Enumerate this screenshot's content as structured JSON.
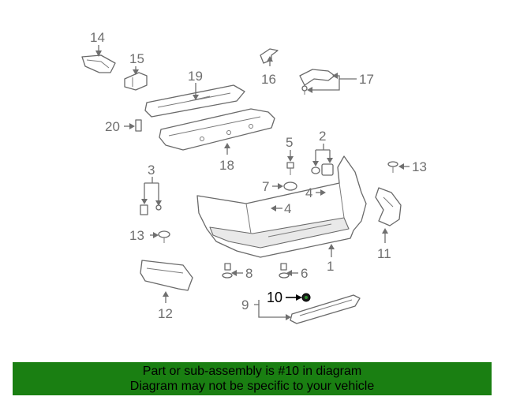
{
  "diagram": {
    "callouts": {
      "c1": "1",
      "c2": "2",
      "c3": "3",
      "c4a": "4",
      "c4b": "4",
      "c5": "5",
      "c6": "6",
      "c7": "7",
      "c8": "8",
      "c9": "9",
      "c10": "10",
      "c11": "11",
      "c12": "12",
      "c13a": "13",
      "c13b": "13",
      "c14": "14",
      "c15": "15",
      "c16": "16",
      "c17": "17",
      "c18": "18",
      "c19": "19",
      "c20": "20"
    },
    "highlight_color": "#000000",
    "line_color": "#6f6f6f"
  },
  "banner": {
    "line1": "Part or sub-assembly is #10 in diagram",
    "line2": "Diagram may not be specific to your vehicle",
    "background": "#1a7f12"
  }
}
